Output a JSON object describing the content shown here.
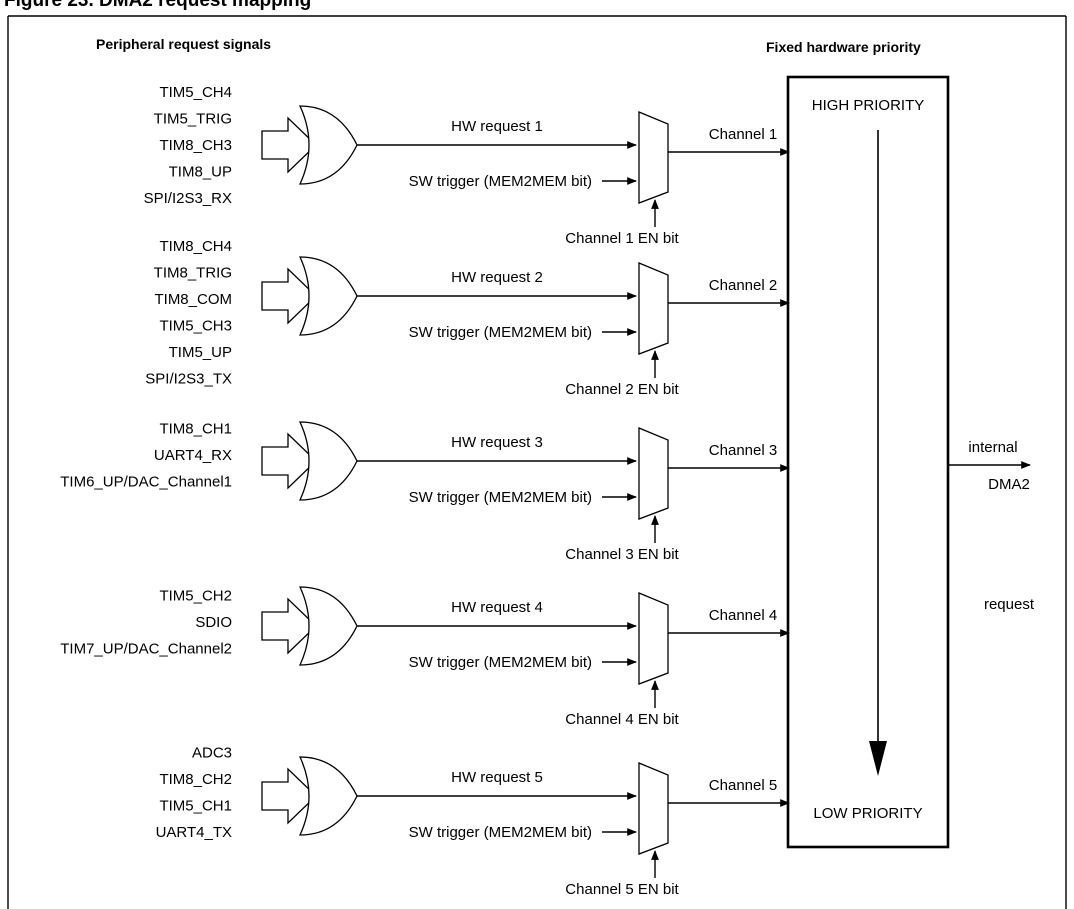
{
  "figure": {
    "title": "Figure 23.   DMA2 request mapping",
    "left_header": "Peripheral request signals",
    "right_header": "Fixed hardware priority"
  },
  "channels": [
    {
      "signals": [
        "TIM5_CH4",
        "TIM5_TRIG",
        "TIM8_CH3",
        "TIM8_UP",
        "SPI/I2S3_RX"
      ],
      "hw_request": "HW request 1",
      "sw_trigger": "SW trigger (MEM2MEM bit)",
      "en_bit": "Channel 1 EN bit",
      "channel": "Channel 1"
    },
    {
      "signals": [
        "TIM8_CH4",
        "TIM8_TRIG",
        "TIM8_COM",
        "TIM5_CH3",
        "TIM5_UP",
        "SPI/I2S3_TX"
      ],
      "hw_request": "HW request 2",
      "sw_trigger": "SW trigger (MEM2MEM bit)",
      "en_bit": "Channel 2 EN bit",
      "channel": "Channel 2"
    },
    {
      "signals": [
        "TIM8_CH1",
        "UART4_RX",
        "TIM6_UP/DAC_Channel1"
      ],
      "hw_request": "HW request 3",
      "sw_trigger": "SW trigger (MEM2MEM bit)",
      "en_bit": "Channel 3 EN bit",
      "channel": "Channel 3"
    },
    {
      "signals": [
        "TIM5_CH2",
        "SDIO",
        "TIM7_UP/DAC_Channel2"
      ],
      "hw_request": "HW request 4",
      "sw_trigger": "SW trigger (MEM2MEM bit)",
      "en_bit": "Channel 4 EN bit",
      "channel": "Channel 4"
    },
    {
      "signals": [
        "ADC3",
        "TIM8_CH2",
        "TIM5_CH1",
        "UART4_TX"
      ],
      "hw_request": "HW request 5",
      "sw_trigger": "SW trigger (MEM2MEM bit)",
      "en_bit": "Channel 5 EN bit",
      "channel": "Channel 5"
    }
  ],
  "priority": {
    "high": "HIGH PRIORITY",
    "low": "LOW PRIORITY"
  },
  "output": {
    "line1": "internal",
    "line2": "DMA2",
    "line3": "request"
  }
}
